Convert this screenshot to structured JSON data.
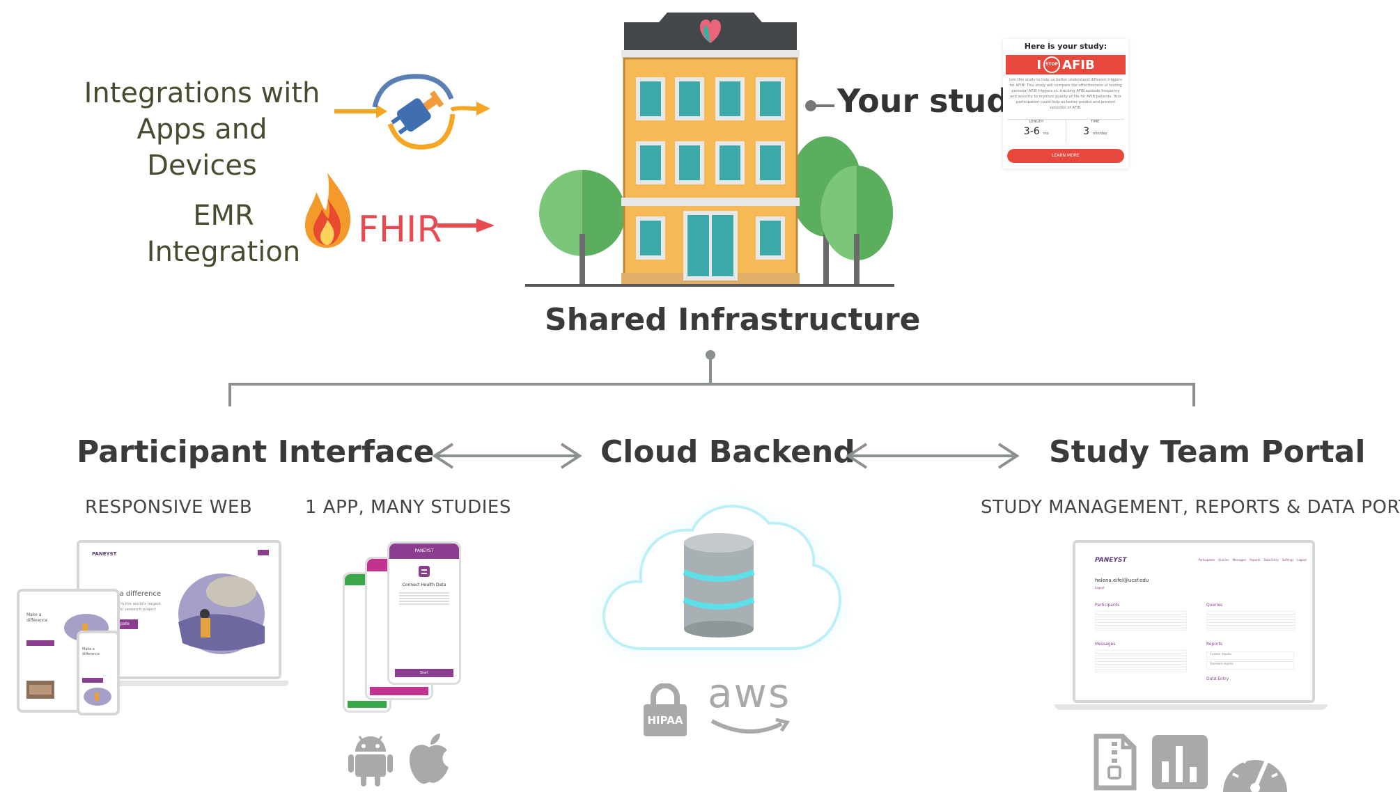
{
  "integrations": {
    "apps_line1": "Integrations with",
    "apps_line2": "Apps and Devices",
    "emr_line1": "EMR",
    "emr_line2": "Integration",
    "fhir": "FHIR"
  },
  "building": {
    "your_study": "Your study",
    "caption": "Shared Infrastructure"
  },
  "study_card": {
    "header": "Here is your study:",
    "brand_prefix": "I",
    "brand_badge": "STOP",
    "brand_name": "AFIB",
    "description": "Join this study to help us better understand different triggers for AFIB! This study will compare the effectiveness of testing personal AFIB triggers vs. tracking AFIB episode frequency and severity to improve quality of life for AFIB patients. Your participation could help us better predict and prevent episodes of AFIB.",
    "length_label": "LENGTH",
    "length_value": "3-6",
    "length_unit": "mo",
    "time_label": "TIME",
    "time_value": "3",
    "time_unit": "min/day",
    "cta": "LEARN MORE"
  },
  "sections": {
    "participant": {
      "title": "Participant Interface",
      "sub_web": "RESPONSIVE WEB",
      "sub_app": "1 APP, MANY STUDIES"
    },
    "cloud": {
      "title": "Cloud Backend",
      "hipaa": "HIPAA",
      "aws": "aws"
    },
    "portal": {
      "title": "Study Team Portal",
      "sub": "STUDY MANAGEMENT, REPORTS & DATA PORTAL"
    }
  },
  "web_mock": {
    "brand": "PANEYST",
    "hero_title": "Make a difference",
    "hero_text": "Participate in the world's largest (robotic gait) research project",
    "cta": "Participate",
    "mobile_title": "Make a difference"
  },
  "app_mock": {
    "brand": "PANEYST",
    "screen_title": "Connect Health Data",
    "cta": "Start"
  },
  "portal_mock": {
    "brand": "PANEYST",
    "nav": [
      "Participants",
      "Queries",
      "Messages",
      "Reports",
      "Data Entry",
      "Settings",
      "Logout"
    ],
    "user_email": "helena.eifel@ucsf.edu",
    "user_sub": "Logout",
    "participants": "Participants",
    "queries": "Queries",
    "messages": "Messages",
    "reports": "Reports",
    "data_entry": "Data Entry",
    "report_items": [
      "Custom reports",
      "Standard reports"
    ]
  },
  "icons": {
    "plug": "plug-icon",
    "flame": "flame-icon",
    "building": "building-icon",
    "database": "database-icon",
    "cloud": "cloud-icon",
    "lock": "lock-icon",
    "android": "android-icon",
    "apple": "apple-icon",
    "zip_file": "zip-file-icon",
    "bar_chart": "bar-chart-icon",
    "gauge": "gauge-icon"
  },
  "colors": {
    "orange_arrow": "#f5a623",
    "red_arrow": "#e84a4f",
    "building_wall": "#f7b955",
    "window": "#3ca8a8",
    "tree": "#7cc67a",
    "gray_line": "#8a8f8f",
    "afib_red": "#e8473b",
    "purple": "#8b3d8f"
  }
}
